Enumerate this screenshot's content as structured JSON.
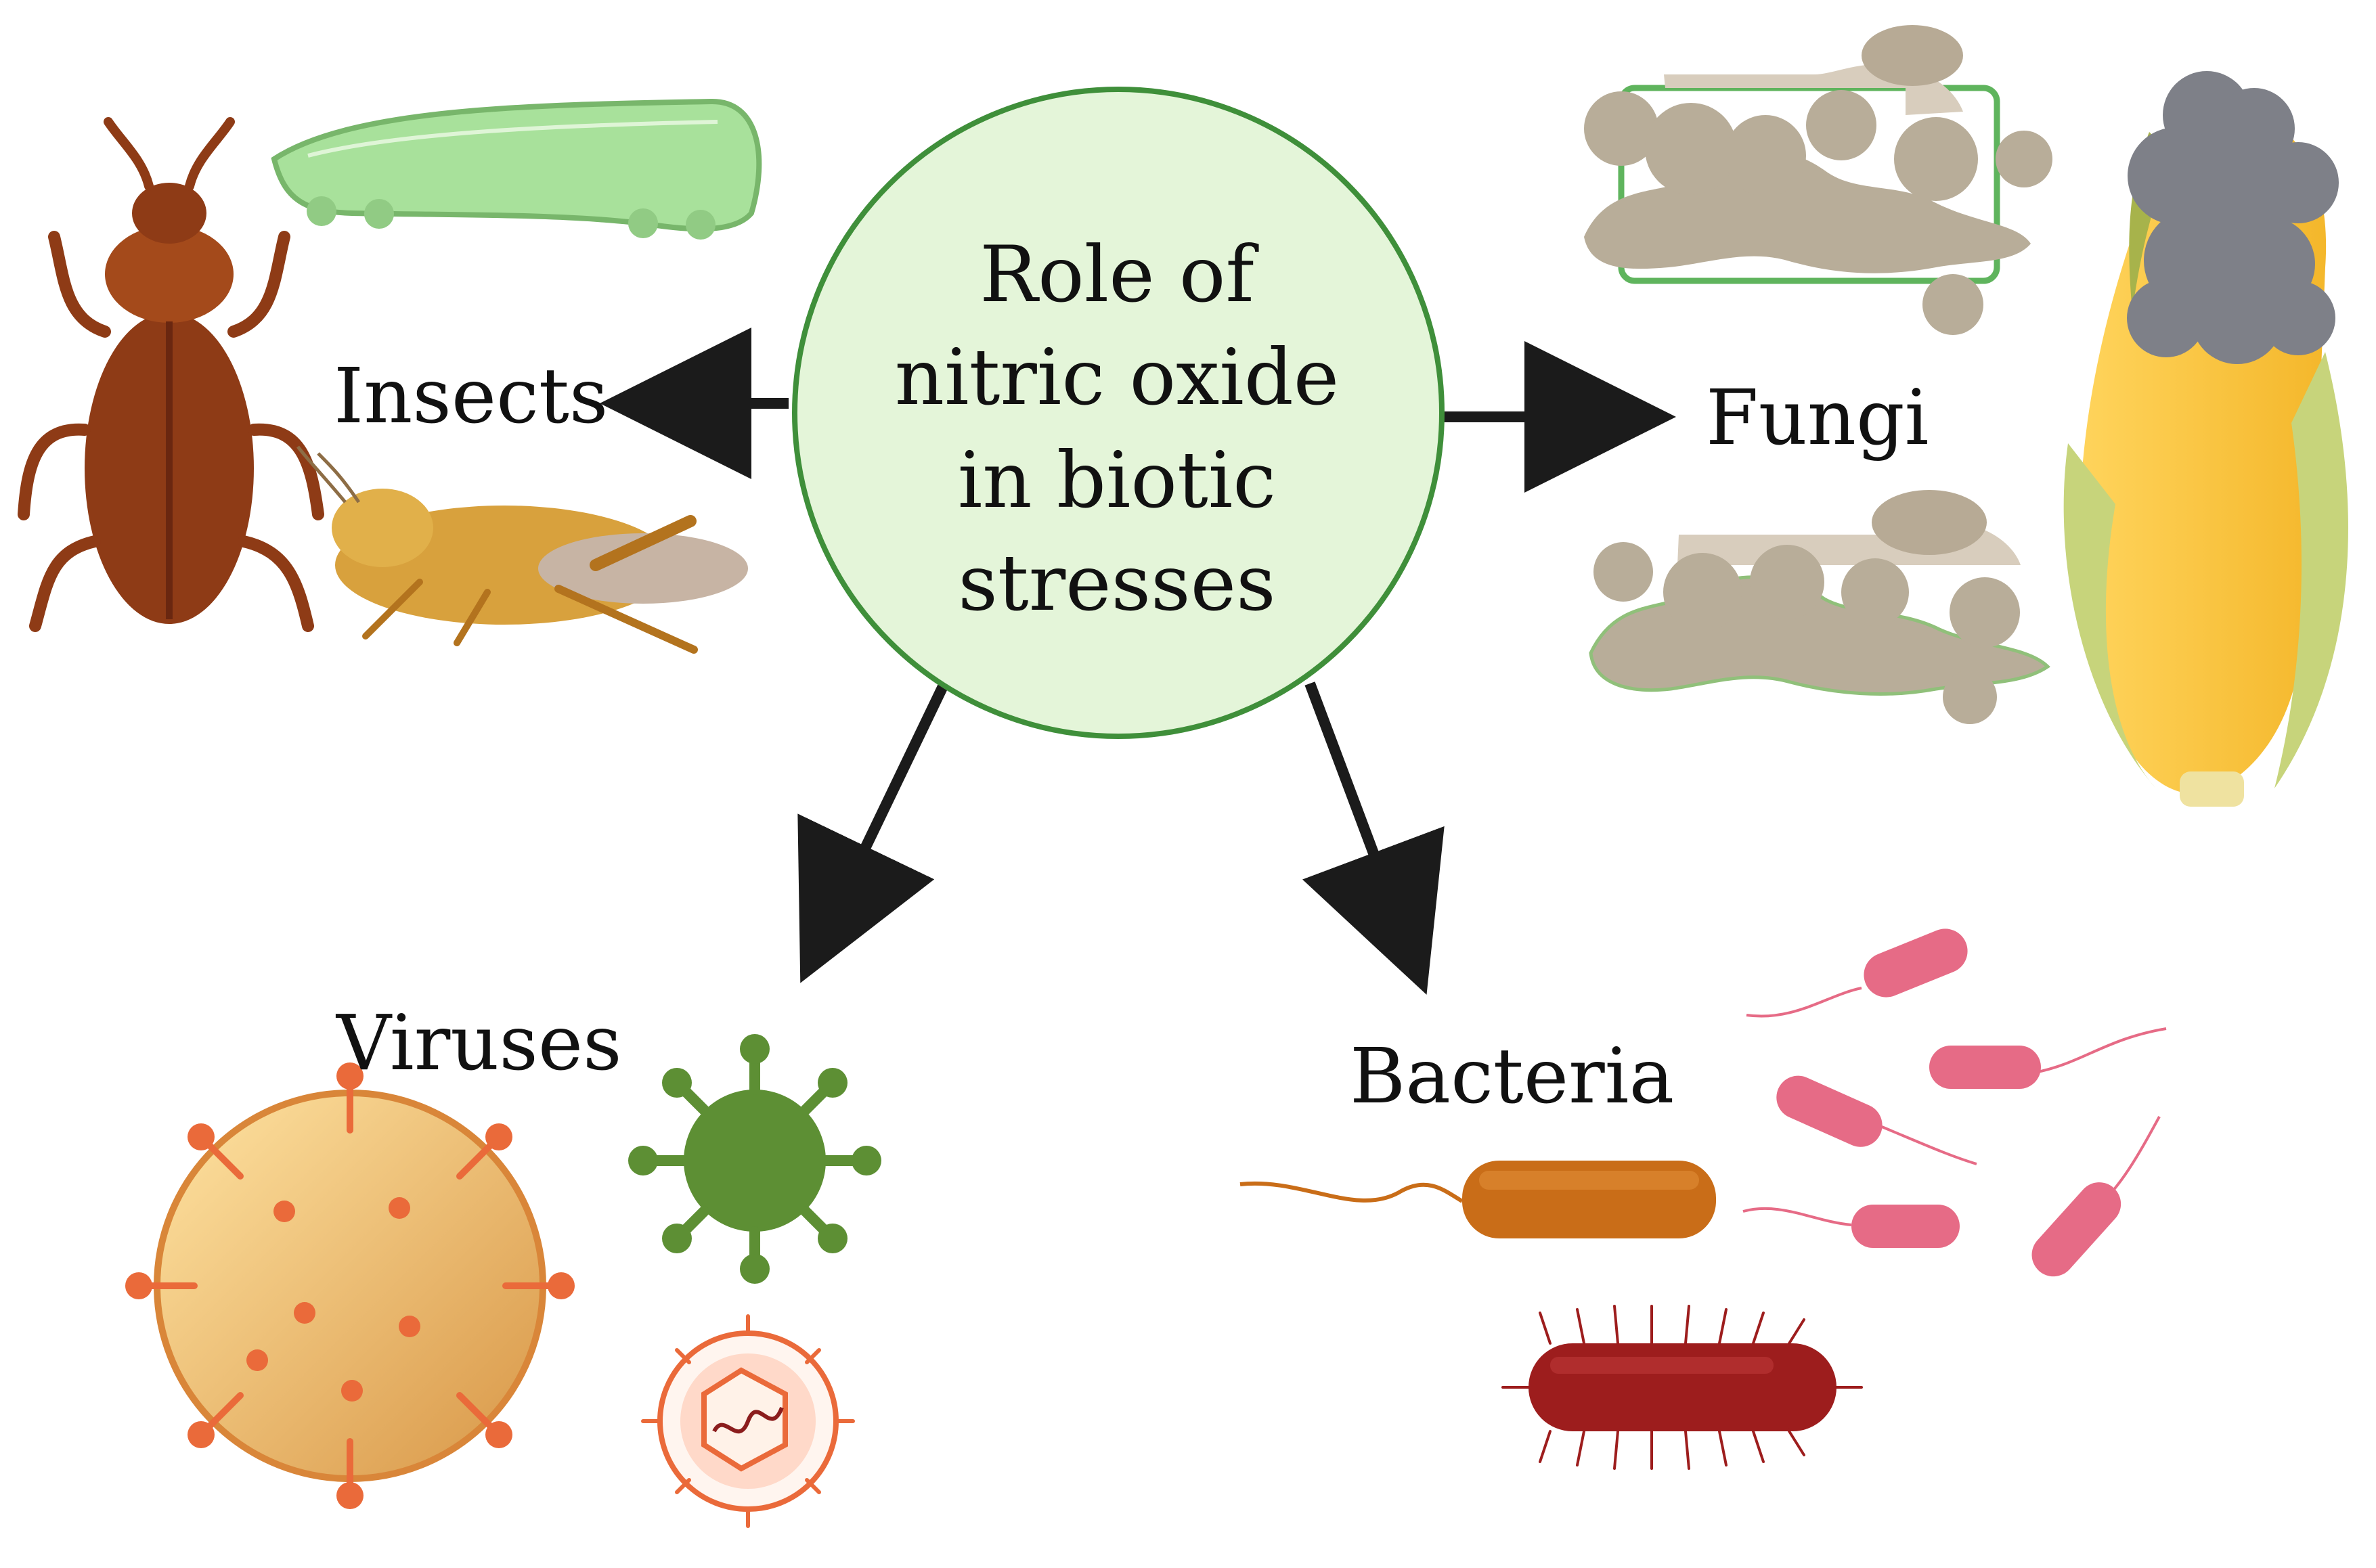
{
  "center": {
    "lines": [
      "Role of",
      "nitric oxide",
      "in biotic",
      "stresses"
    ],
    "fill_color": "#e4f5d9",
    "stroke_color": "#3f8f3a"
  },
  "categories": {
    "insects": "Insects",
    "fungi": "Fungi",
    "viruses": "Viruses",
    "bacteria": "Bacteria"
  },
  "icons": {
    "insects": [
      "beetle-icon",
      "caterpillar-icon",
      "grasshopper-icon"
    ],
    "fungi": [
      "fungal-hyphae-icon",
      "fungal-spores-icon",
      "moldy-corn-icon"
    ],
    "viruses": [
      "orange-spiked-virus-icon",
      "green-virus-icon",
      "virus-cross-section-icon"
    ],
    "bacteria": [
      "flagellated-rod-bacterium-icon",
      "pink-bacteria-icon",
      "red-spiky-bacterium-icon"
    ]
  },
  "colors": {
    "arrow": "#1b1b1b",
    "beetle": "#8e3b16",
    "caterpillar": "#a8e19b",
    "grasshopper": "#d8a13d",
    "fungus": "#b9aa96",
    "corn": "#f0c53a",
    "virus_orange": "#ea6a3a",
    "virus_green": "#5d8f34",
    "bacteria_orange": "#c96d18",
    "bacteria_pink": "#e66b86",
    "bacteria_red": "#9d1d1d"
  }
}
